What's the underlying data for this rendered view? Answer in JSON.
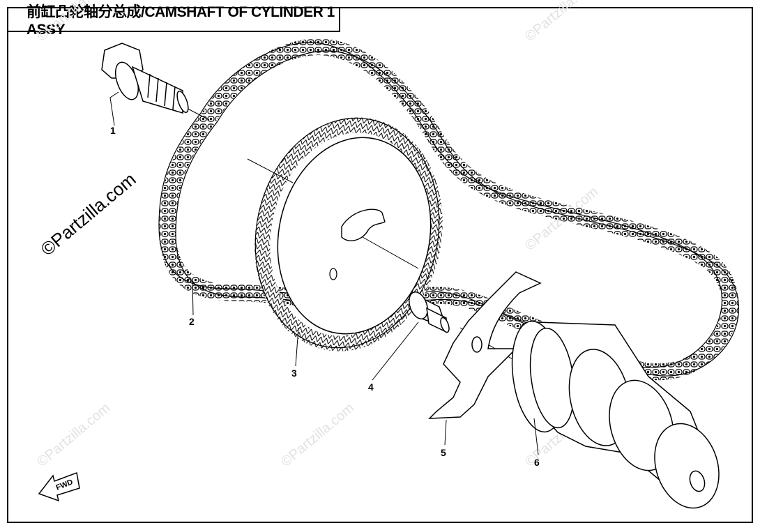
{
  "title": "前缸凸轮轴分总成/CAMSHAFT OF CYLINDER 1 ASSY",
  "watermark": "©Partzilla.com",
  "direction_label": "FWD",
  "callouts": [
    {
      "number": "1"
    },
    {
      "number": "2"
    },
    {
      "number": "3"
    },
    {
      "number": "4"
    },
    {
      "number": "5"
    },
    {
      "number": "6"
    }
  ]
}
